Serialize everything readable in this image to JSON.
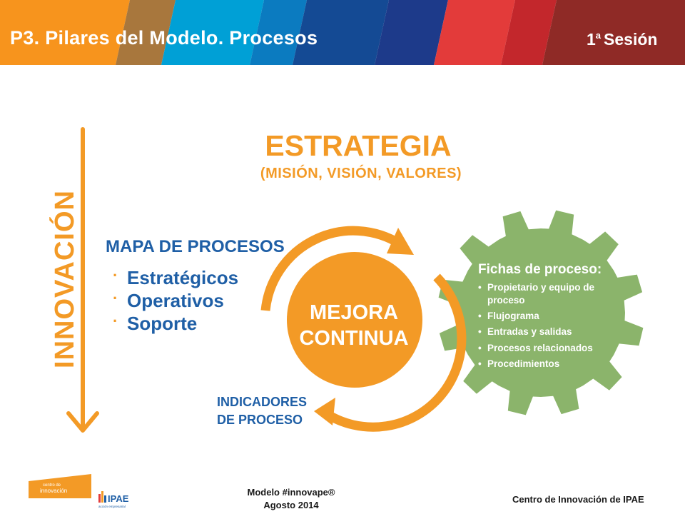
{
  "header": {
    "title": "P3. Pilares del Modelo. Procesos",
    "session_num": "1",
    "session_sup": "a",
    "session_label": "Sesión",
    "stripe_colors": [
      "#f7941d",
      "#a8773d",
      "#00a0d6",
      "#0b7bc0",
      "#144a94",
      "#1d3a8a",
      "#e33b3a",
      "#c3272c",
      "#8f2a26",
      "#9ac31c"
    ]
  },
  "diagram": {
    "estrategia_title": "ESTRATEGIA",
    "estrategia_sub": "(MISIÓN, VISIÓN, VALORES)",
    "innovacion_label": "INNOVACIÓN",
    "mapa_title": "MAPA DE PROCESOS",
    "mapa_items": [
      "Estratégicos",
      "Operativos",
      "Soporte"
    ],
    "mejora_line1": "MEJORA",
    "mejora_line2": "CONTINUA",
    "indicadores_line1": "INDICADORES",
    "indicadores_line2": "DE PROCESO",
    "fichas_title": "Fichas de proceso:",
    "fichas_items": [
      [
        "Propietario y equipo de",
        "proceso"
      ],
      [
        "Flujograma"
      ],
      [
        "Entradas y salidas"
      ],
      [
        "Procesos relacionados"
      ],
      [
        "Procedimientos"
      ]
    ],
    "colors": {
      "orange": "#f39a26",
      "orange_dark": "#f28f1c",
      "blue": "#1f5fa6",
      "green": "#8bb46b"
    }
  },
  "footer": {
    "center_line1": "Modelo #innovape®",
    "center_line2": "Agosto 2014",
    "right": "Centro de Innovación de IPAE",
    "ci_logo_line1": "centro de",
    "ci_logo_line2": "innovación",
    "ipae_logo": "IPAE",
    "ipae_tagline": "acción empresarial"
  }
}
